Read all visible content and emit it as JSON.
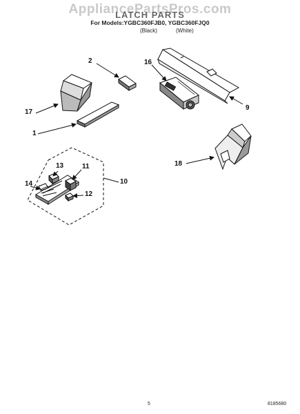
{
  "header": {
    "watermark": "AppliancePartsPros.com",
    "title": "LATCH PARTS",
    "models": "For Models:YGBC360FJB0, YGBC360FJQ0",
    "color_black": "(Black)",
    "color_white": "(White)"
  },
  "callouts": {
    "p1": "1",
    "p2": "2",
    "p9": "9",
    "p10": "10",
    "p11": "11",
    "p12": "12",
    "p13": "13",
    "p14": "14",
    "p16": "16",
    "p17": "17",
    "p18": "18"
  },
  "footer": {
    "page_number": "5",
    "doc_number": "8185680"
  }
}
